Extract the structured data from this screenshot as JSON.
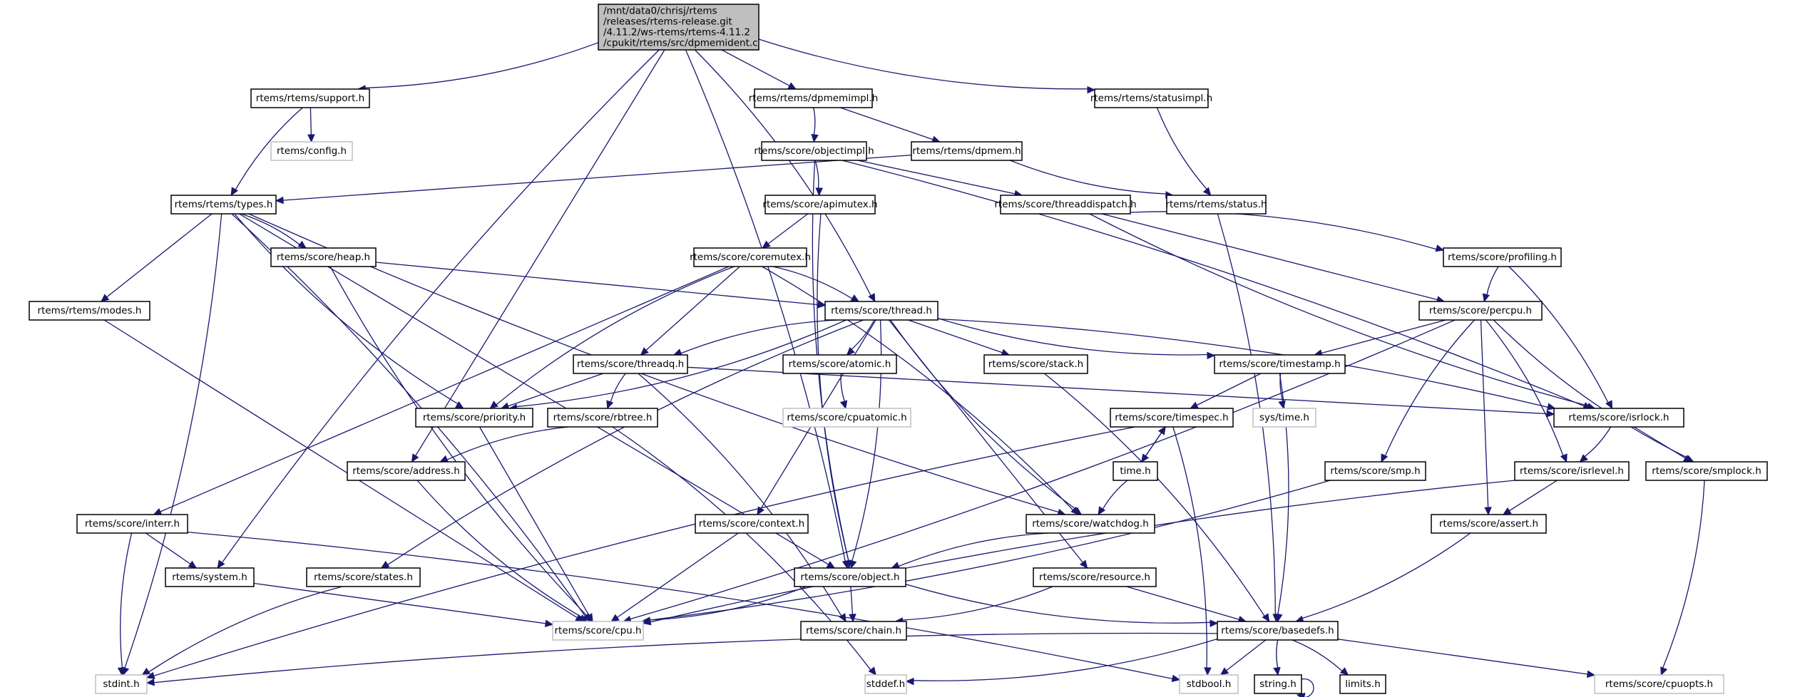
{
  "title": "Include dependency graph for dpmemident.c",
  "colors": {
    "edge": "#191970",
    "root_fill": "#bfbfbf",
    "node_border": "#000000",
    "external_border": "#bfbfbf"
  },
  "nodes": [
    {
      "id": "root",
      "kind": "root",
      "lines": [
        "/mnt/data0/chrisj/rtems",
        "/releases/rtems-release.git",
        "/4.11.2/ws-rtems/rtems-4.11.2",
        "/cpukit/rtems/src/dpmemident.c"
      ]
    },
    {
      "id": "support",
      "kind": "normal",
      "lines": [
        "rtems/rtems/support.h"
      ]
    },
    {
      "id": "config",
      "kind": "external",
      "lines": [
        "rtems/config.h"
      ]
    },
    {
      "id": "dpmemimpl",
      "kind": "normal",
      "lines": [
        "rtems/rtems/dpmemimpl.h"
      ]
    },
    {
      "id": "statusimpl",
      "kind": "normal",
      "lines": [
        "rtems/rtems/statusimpl.h"
      ]
    },
    {
      "id": "objectimpl",
      "kind": "normal",
      "lines": [
        "rtems/score/objectimpl.h"
      ]
    },
    {
      "id": "dpmem",
      "kind": "normal",
      "lines": [
        "rtems/rtems/dpmem.h"
      ]
    },
    {
      "id": "types",
      "kind": "normal",
      "lines": [
        "rtems/rtems/types.h"
      ]
    },
    {
      "id": "apimutex",
      "kind": "normal",
      "lines": [
        "rtems/score/apimutex.h"
      ]
    },
    {
      "id": "threaddispatch",
      "kind": "normal",
      "lines": [
        "rtems/score/threaddispatch.h"
      ]
    },
    {
      "id": "status",
      "kind": "normal",
      "lines": [
        "rtems/rtems/status.h"
      ]
    },
    {
      "id": "heap",
      "kind": "normal",
      "lines": [
        "rtems/score/heap.h"
      ]
    },
    {
      "id": "coremutex",
      "kind": "normal",
      "lines": [
        "rtems/score/coremutex.h"
      ]
    },
    {
      "id": "profiling",
      "kind": "normal",
      "lines": [
        "rtems/score/profiling.h"
      ]
    },
    {
      "id": "modes",
      "kind": "normal",
      "lines": [
        "rtems/rtems/modes.h"
      ]
    },
    {
      "id": "thread",
      "kind": "normal",
      "lines": [
        "rtems/score/thread.h"
      ]
    },
    {
      "id": "percpu",
      "kind": "normal",
      "lines": [
        "rtems/score/percpu.h"
      ]
    },
    {
      "id": "threadq",
      "kind": "normal",
      "lines": [
        "rtems/score/threadq.h"
      ]
    },
    {
      "id": "atomic",
      "kind": "normal",
      "lines": [
        "rtems/score/atomic.h"
      ]
    },
    {
      "id": "stack",
      "kind": "normal",
      "lines": [
        "rtems/score/stack.h"
      ]
    },
    {
      "id": "timestamp",
      "kind": "normal",
      "lines": [
        "rtems/score/timestamp.h"
      ]
    },
    {
      "id": "priority",
      "kind": "normal",
      "lines": [
        "rtems/score/priority.h"
      ]
    },
    {
      "id": "rbtree",
      "kind": "normal",
      "lines": [
        "rtems/score/rbtree.h"
      ]
    },
    {
      "id": "cpuatomic",
      "kind": "external",
      "lines": [
        "rtems/score/cpuatomic.h"
      ]
    },
    {
      "id": "timespec",
      "kind": "normal",
      "lines": [
        "rtems/score/timespec.h"
      ]
    },
    {
      "id": "systime",
      "kind": "external",
      "lines": [
        "sys/time.h"
      ]
    },
    {
      "id": "isrlock",
      "kind": "normal",
      "lines": [
        "rtems/score/isrlock.h"
      ]
    },
    {
      "id": "address",
      "kind": "normal",
      "lines": [
        "rtems/score/address.h"
      ]
    },
    {
      "id": "time",
      "kind": "normal",
      "lines": [
        "time.h"
      ]
    },
    {
      "id": "smp",
      "kind": "normal",
      "lines": [
        "rtems/score/smp.h"
      ]
    },
    {
      "id": "isrlevel",
      "kind": "normal",
      "lines": [
        "rtems/score/isrlevel.h"
      ]
    },
    {
      "id": "smplock",
      "kind": "normal",
      "lines": [
        "rtems/score/smplock.h"
      ]
    },
    {
      "id": "interr",
      "kind": "normal",
      "lines": [
        "rtems/score/interr.h"
      ]
    },
    {
      "id": "context",
      "kind": "normal",
      "lines": [
        "rtems/score/context.h"
      ]
    },
    {
      "id": "watchdog",
      "kind": "normal",
      "lines": [
        "rtems/score/watchdog.h"
      ]
    },
    {
      "id": "assert",
      "kind": "normal",
      "lines": [
        "rtems/score/assert.h"
      ]
    },
    {
      "id": "system",
      "kind": "normal",
      "lines": [
        "rtems/system.h"
      ]
    },
    {
      "id": "states",
      "kind": "normal",
      "lines": [
        "rtems/score/states.h"
      ]
    },
    {
      "id": "object",
      "kind": "normal",
      "lines": [
        "rtems/score/object.h"
      ]
    },
    {
      "id": "resource",
      "kind": "normal",
      "lines": [
        "rtems/score/resource.h"
      ]
    },
    {
      "id": "cpu",
      "kind": "external",
      "lines": [
        "rtems/score/cpu.h"
      ]
    },
    {
      "id": "chain",
      "kind": "normal",
      "lines": [
        "rtems/score/chain.h"
      ]
    },
    {
      "id": "basedefs",
      "kind": "normal",
      "lines": [
        "rtems/score/basedefs.h"
      ]
    },
    {
      "id": "stdint",
      "kind": "external",
      "lines": [
        "stdint.h"
      ]
    },
    {
      "id": "stddef",
      "kind": "external",
      "lines": [
        "stddef.h"
      ]
    },
    {
      "id": "stdbool",
      "kind": "external",
      "lines": [
        "stdbool.h"
      ]
    },
    {
      "id": "string",
      "kind": "normal",
      "lines": [
        "string.h"
      ]
    },
    {
      "id": "limits",
      "kind": "normal",
      "lines": [
        "limits.h"
      ]
    },
    {
      "id": "cpuopts",
      "kind": "external",
      "lines": [
        "rtems/score/cpuopts.h"
      ]
    }
  ],
  "edges": [
    [
      "root",
      "support"
    ],
    [
      "root",
      "dpmemimpl"
    ],
    [
      "root",
      "statusimpl"
    ],
    [
      "root",
      "thread"
    ],
    [
      "root",
      "address"
    ],
    [
      "root",
      "system"
    ],
    [
      "root",
      "object"
    ],
    [
      "support",
      "config"
    ],
    [
      "support",
      "types"
    ],
    [
      "dpmemimpl",
      "objectimpl"
    ],
    [
      "dpmemimpl",
      "dpmem"
    ],
    [
      "statusimpl",
      "status"
    ],
    [
      "objectimpl",
      "apimutex"
    ],
    [
      "objectimpl",
      "threaddispatch"
    ],
    [
      "objectimpl",
      "object"
    ],
    [
      "objectimpl",
      "isrlock"
    ],
    [
      "dpmem",
      "types"
    ],
    [
      "dpmem",
      "status"
    ],
    [
      "types",
      "heap"
    ],
    [
      "types",
      "modes"
    ],
    [
      "types",
      "priority"
    ],
    [
      "types",
      "stdint"
    ],
    [
      "types",
      "object"
    ],
    [
      "types",
      "watchdog"
    ],
    [
      "types",
      "cpu"
    ],
    [
      "apimutex",
      "coremutex"
    ],
    [
      "apimutex",
      "object"
    ],
    [
      "threaddispatch",
      "profiling"
    ],
    [
      "threaddispatch",
      "percpu"
    ],
    [
      "threaddispatch",
      "isrlock"
    ],
    [
      "status",
      "basedefs"
    ],
    [
      "heap",
      "thread"
    ],
    [
      "heap",
      "cpu"
    ],
    [
      "coremutex",
      "thread"
    ],
    [
      "coremutex",
      "threadq"
    ],
    [
      "coremutex",
      "priority"
    ],
    [
      "coremutex",
      "watchdog"
    ],
    [
      "coremutex",
      "interr"
    ],
    [
      "profiling",
      "percpu"
    ],
    [
      "profiling",
      "isrlock"
    ],
    [
      "modes",
      "cpu"
    ],
    [
      "thread",
      "threadq"
    ],
    [
      "thread",
      "atomic"
    ],
    [
      "thread",
      "stack"
    ],
    [
      "thread",
      "timestamp"
    ],
    [
      "thread",
      "priority"
    ],
    [
      "thread",
      "context"
    ],
    [
      "thread",
      "watchdog"
    ],
    [
      "thread",
      "object"
    ],
    [
      "thread",
      "resource"
    ],
    [
      "thread",
      "states"
    ],
    [
      "thread",
      "isrlock"
    ],
    [
      "percpu",
      "timestamp"
    ],
    [
      "percpu",
      "smp"
    ],
    [
      "percpu",
      "isrlevel"
    ],
    [
      "percpu",
      "assert"
    ],
    [
      "percpu",
      "smplock"
    ],
    [
      "percpu",
      "cpu"
    ],
    [
      "threadq",
      "priority"
    ],
    [
      "threadq",
      "rbtree"
    ],
    [
      "threadq",
      "chain"
    ],
    [
      "threadq",
      "isrlock"
    ],
    [
      "atomic",
      "cpuatomic"
    ],
    [
      "stack",
      "basedefs"
    ],
    [
      "timestamp",
      "timespec"
    ],
    [
      "timestamp",
      "systime"
    ],
    [
      "timestamp",
      "basedefs"
    ],
    [
      "priority",
      "cpu"
    ],
    [
      "rbtree",
      "address"
    ],
    [
      "rbtree",
      "stddef"
    ],
    [
      "timespec",
      "time"
    ],
    [
      "timespec",
      "stdint"
    ],
    [
      "timespec",
      "stdbool"
    ],
    [
      "time",
      "timespec"
    ],
    [
      "time",
      "watchdog"
    ],
    [
      "isrlock",
      "isrlevel"
    ],
    [
      "isrlock",
      "smplock"
    ],
    [
      "address",
      "cpu"
    ],
    [
      "smp",
      "cpu"
    ],
    [
      "isrlevel",
      "assert"
    ],
    [
      "isrlevel",
      "cpu"
    ],
    [
      "smplock",
      "cpuopts"
    ],
    [
      "interr",
      "system"
    ],
    [
      "interr",
      "stdint"
    ],
    [
      "interr",
      "stdbool"
    ],
    [
      "context",
      "cpu"
    ],
    [
      "watchdog",
      "object"
    ],
    [
      "assert",
      "basedefs"
    ],
    [
      "system",
      "cpu"
    ],
    [
      "states",
      "stdint"
    ],
    [
      "object",
      "cpu"
    ],
    [
      "object",
      "chain"
    ],
    [
      "object",
      "basedefs"
    ],
    [
      "resource",
      "chain"
    ],
    [
      "resource",
      "basedefs"
    ],
    [
      "basedefs",
      "stdint"
    ],
    [
      "basedefs",
      "stddef"
    ],
    [
      "basedefs",
      "stdbool"
    ],
    [
      "basedefs",
      "string"
    ],
    [
      "basedefs",
      "limits"
    ],
    [
      "basedefs",
      "cpuopts"
    ],
    [
      "string",
      "string"
    ]
  ]
}
